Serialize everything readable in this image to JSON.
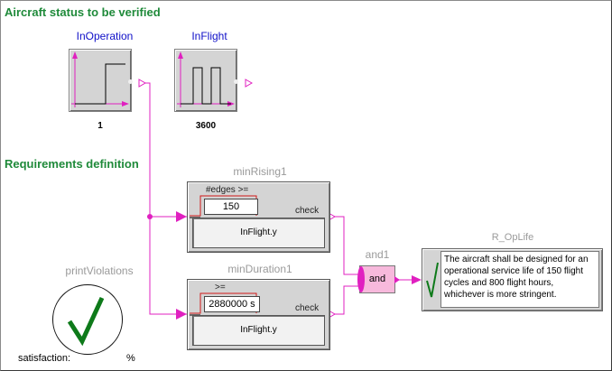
{
  "sections": {
    "status_title": "Aircraft status to be verified",
    "requirements_title": "Requirements definition"
  },
  "blocks": {
    "in_operation": {
      "name": "InOperation",
      "param": "1",
      "icon": "step-signal-icon"
    },
    "in_flight": {
      "name": "InFlight",
      "param": "3600",
      "icon": "pulse-signal-icon"
    },
    "min_rising": {
      "name": "minRising1",
      "header": "#edges >=",
      "value": "150",
      "check_label": "check",
      "signal": "InFlight.y"
    },
    "min_duration": {
      "name": "minDuration1",
      "header": ">=",
      "value": "2880000 s",
      "check_label": "check",
      "signal": "InFlight.y"
    },
    "and1": {
      "name": "and1",
      "label": "and"
    },
    "requirement": {
      "name": "R_OpLife",
      "text": "The aircraft shall be designed for an operational service life of 150 flight cycles and 800 flight hours, whichever is more stringent.",
      "status_icon": "checkmark-icon"
    },
    "print_violations": {
      "name": "printViolations",
      "satisfaction_label": "satisfaction:",
      "satisfaction_unit": "%",
      "satisfaction_value": "",
      "status_icon": "checkmark-icon"
    }
  },
  "colors": {
    "wire": "#e020c0",
    "title_green": "#1f8a3a",
    "label_blue": "#1010c8",
    "check_green": "#0e7a1a",
    "and_fill": "#f7b9dc",
    "red_accent": "#d01818"
  }
}
